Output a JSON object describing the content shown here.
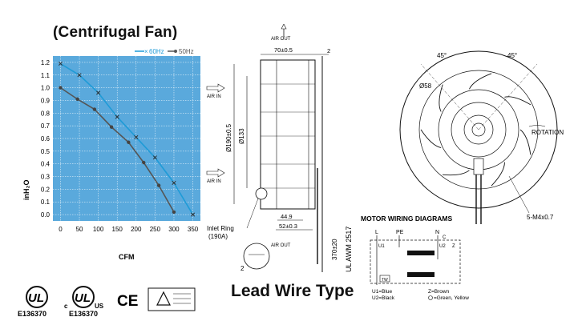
{
  "title": "(Centrifugal Fan)",
  "subtitle": "Lead Wire Type",
  "chart_data": {
    "type": "line",
    "xlabel": "CFM",
    "ylabel": "inH₂O",
    "xlim": [
      -20,
      370
    ],
    "ylim": [
      -0.05,
      1.25
    ],
    "x_ticks": [
      0,
      50,
      100,
      150,
      200,
      250,
      300,
      350
    ],
    "y_ticks": [
      0.0,
      0.1,
      0.2,
      0.3,
      0.4,
      0.5,
      0.6,
      0.7,
      0.8,
      0.9,
      1.0,
      1.1,
      1.2
    ],
    "x_tick_labels": [
      "0",
      "50",
      "100",
      "150",
      "200",
      "250",
      "300",
      "350"
    ],
    "y_tick_labels": [
      "0.0",
      "0.1",
      "0.2",
      "0.3",
      "0.4",
      "0.5",
      "0.6",
      "0.7",
      "0.8",
      "0.9",
      "1.0",
      "1.1",
      "1.2"
    ],
    "legend_position": "top-right",
    "background": "#5aa9dc",
    "series": [
      {
        "name": "60Hz",
        "color": "#1f9bd7",
        "marker": "x",
        "x": [
          0,
          50,
          100,
          150,
          200,
          250,
          300,
          350
        ],
        "y": [
          1.19,
          1.1,
          0.96,
          0.77,
          0.61,
          0.45,
          0.25,
          0.0
        ]
      },
      {
        "name": "50Hz",
        "color": "#555555",
        "marker": "dot",
        "x": [
          0,
          45,
          90,
          135,
          180,
          220,
          260,
          300
        ],
        "y": [
          1.0,
          0.91,
          0.83,
          0.69,
          0.57,
          0.41,
          0.23,
          0.02
        ]
      }
    ]
  },
  "side_view": {
    "air_out": "AIR OUT",
    "air_in_top": "AIR IN",
    "air_in_bottom": "AIR IN",
    "dim_width": "70±0.5",
    "dim_gap": "2",
    "dim_dia_outer": "Ø190±0.5",
    "dim_dia_inner": "Ø133",
    "dim_449": "44.9",
    "dim_52": "52±0.3",
    "dim_lead": "370±20",
    "ul_awm": "UL AWM 2517",
    "inlet_ring": "Inlet Ring",
    "inlet_ring_code": "(190A)",
    "air_out_bottom": "AIR OUT",
    "dim_2_bottom": "2"
  },
  "front_view": {
    "angle_left": "45°",
    "angle_right": "45°",
    "dim_dia": "Ø58",
    "rotation": "ROTATION",
    "screw": "5-M4x0.7"
  },
  "wiring": {
    "title": "MOTOR WIRING DIAGRAMS",
    "L": "L",
    "PE": "PE",
    "N": "N",
    "C": "C",
    "U1": "U1",
    "U2": "U2",
    "Z": "Z",
    "TW": "TW",
    "legend_u1": "U1=Blue",
    "legend_u2": "U2=Black",
    "legend_z": "Z=Brown",
    "legend_pe": "=Green, Yellow"
  },
  "certifications": [
    {
      "name": "UL",
      "code": "E136370"
    },
    {
      "name": "cULus",
      "code": "E136370"
    },
    {
      "name": "CE",
      "code": ""
    },
    {
      "name": "TUV",
      "code": ""
    }
  ]
}
